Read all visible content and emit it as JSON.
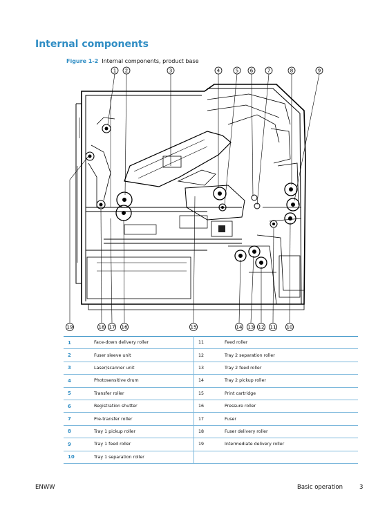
{
  "page": {
    "section_title": "Internal components",
    "figure_label": "Figure 1-2",
    "figure_title": "Internal components, product base"
  },
  "figure": {
    "callouts_top": [
      "1",
      "2",
      "3",
      "4",
      "5",
      "6",
      "7",
      "8",
      "9"
    ],
    "callouts_bottom": [
      "19",
      "18",
      "17",
      "16",
      "15",
      "14",
      "13",
      "12",
      "11",
      "10"
    ]
  },
  "legend": {
    "rows": [
      {
        "n1": "1",
        "c1": "Face-down delivery roller",
        "n2": "11",
        "c2": "Feed roller"
      },
      {
        "n1": "2",
        "c1": "Fuser sleeve unit",
        "n2": "12",
        "c2": "Tray 2 separation roller"
      },
      {
        "n1": "3",
        "c1": "Laser/scanner unit",
        "n2": "13",
        "c2": "Tray 2 feed roller"
      },
      {
        "n1": "4",
        "c1": "Photosensitive drum",
        "n2": "14",
        "c2": "Tray 2 pickup roller"
      },
      {
        "n1": "5",
        "c1": "Transfer roller",
        "n2": "15",
        "c2": "Print cartridge"
      },
      {
        "n1": "6",
        "c1": "Registration shutter",
        "n2": "16",
        "c2": "Pressure roller"
      },
      {
        "n1": "7",
        "c1": "Pre-transfer roller",
        "n2": "17",
        "c2": "Fuser"
      },
      {
        "n1": "8",
        "c1": "Tray 1 pickup roller",
        "n2": "18",
        "c2": "Fuser delivery roller"
      },
      {
        "n1": "9",
        "c1": "Tray 1 feed roller",
        "n2": "19",
        "c2": "Intermediate delivery roller"
      },
      {
        "n1": "10",
        "c1": "Tray 1 separation roller",
        "n2": "",
        "c2": ""
      }
    ]
  },
  "footer": {
    "left": "ENWW",
    "section": "Basic operation",
    "page_number": "3"
  }
}
